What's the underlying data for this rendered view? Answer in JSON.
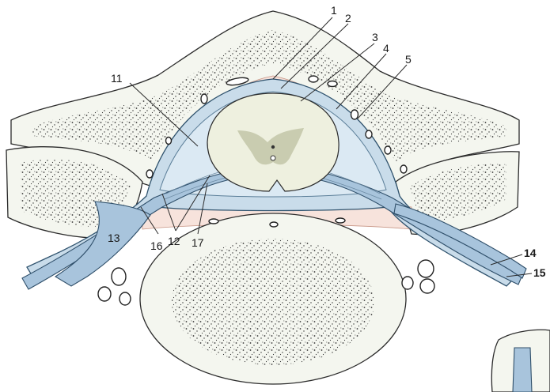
{
  "labels": {
    "l1": "1",
    "l2": "2",
    "l3": "3",
    "l4": "4",
    "l5": "5",
    "l11": "11",
    "l12": "12",
    "l13": "13",
    "l14": "14",
    "l15": "15",
    "l16": "16",
    "l17": "17"
  },
  "colors": {
    "bone": "#f4f6ef",
    "dura": "#c9dcea",
    "csf": "#dbe9f3",
    "cord": "#eef0df",
    "epidural_fat": "#f7e3dc"
  }
}
